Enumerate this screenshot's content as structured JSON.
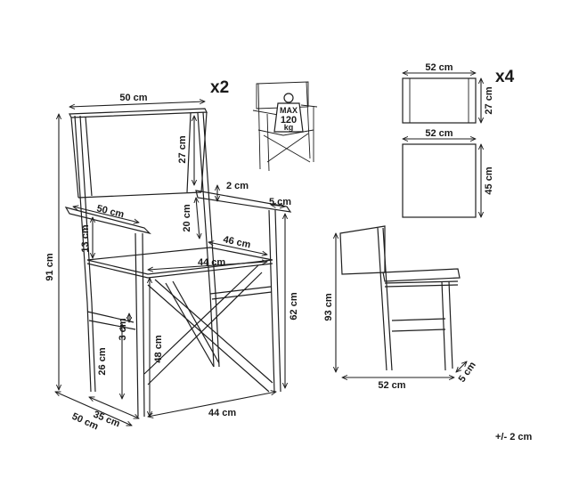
{
  "quantities": {
    "chair": "x2",
    "fabric": "x4"
  },
  "tolerance": "+/- 2 cm",
  "badge": {
    "line1": "MAX",
    "line2": "120",
    "line3": "kg"
  },
  "chair_dims": {
    "back_width": "50 cm",
    "back_height": "27 cm",
    "arm_gap": "2 cm",
    "arm_width": "5 cm",
    "back_to_arm": "20 cm",
    "arm_length": "50 cm",
    "seat_depth": "46 cm",
    "seat_width": "44 cm",
    "arm_to_seat": "13 cm",
    "height_total": "91 cm",
    "arm_height": "62 cm",
    "brace_gap": "3 cm",
    "seat_height": "48 cm",
    "lower_height": "26 cm",
    "base_width": "44 cm",
    "base_depth_inner": "35 cm",
    "base_depth": "50 cm"
  },
  "fabric_dims": {
    "back_width": "52 cm",
    "back_height": "27 cm",
    "seat_width": "52 cm",
    "seat_height": "45 cm"
  },
  "folded_dims": {
    "height": "93 cm",
    "width": "52 cm",
    "depth": "5 cm"
  }
}
